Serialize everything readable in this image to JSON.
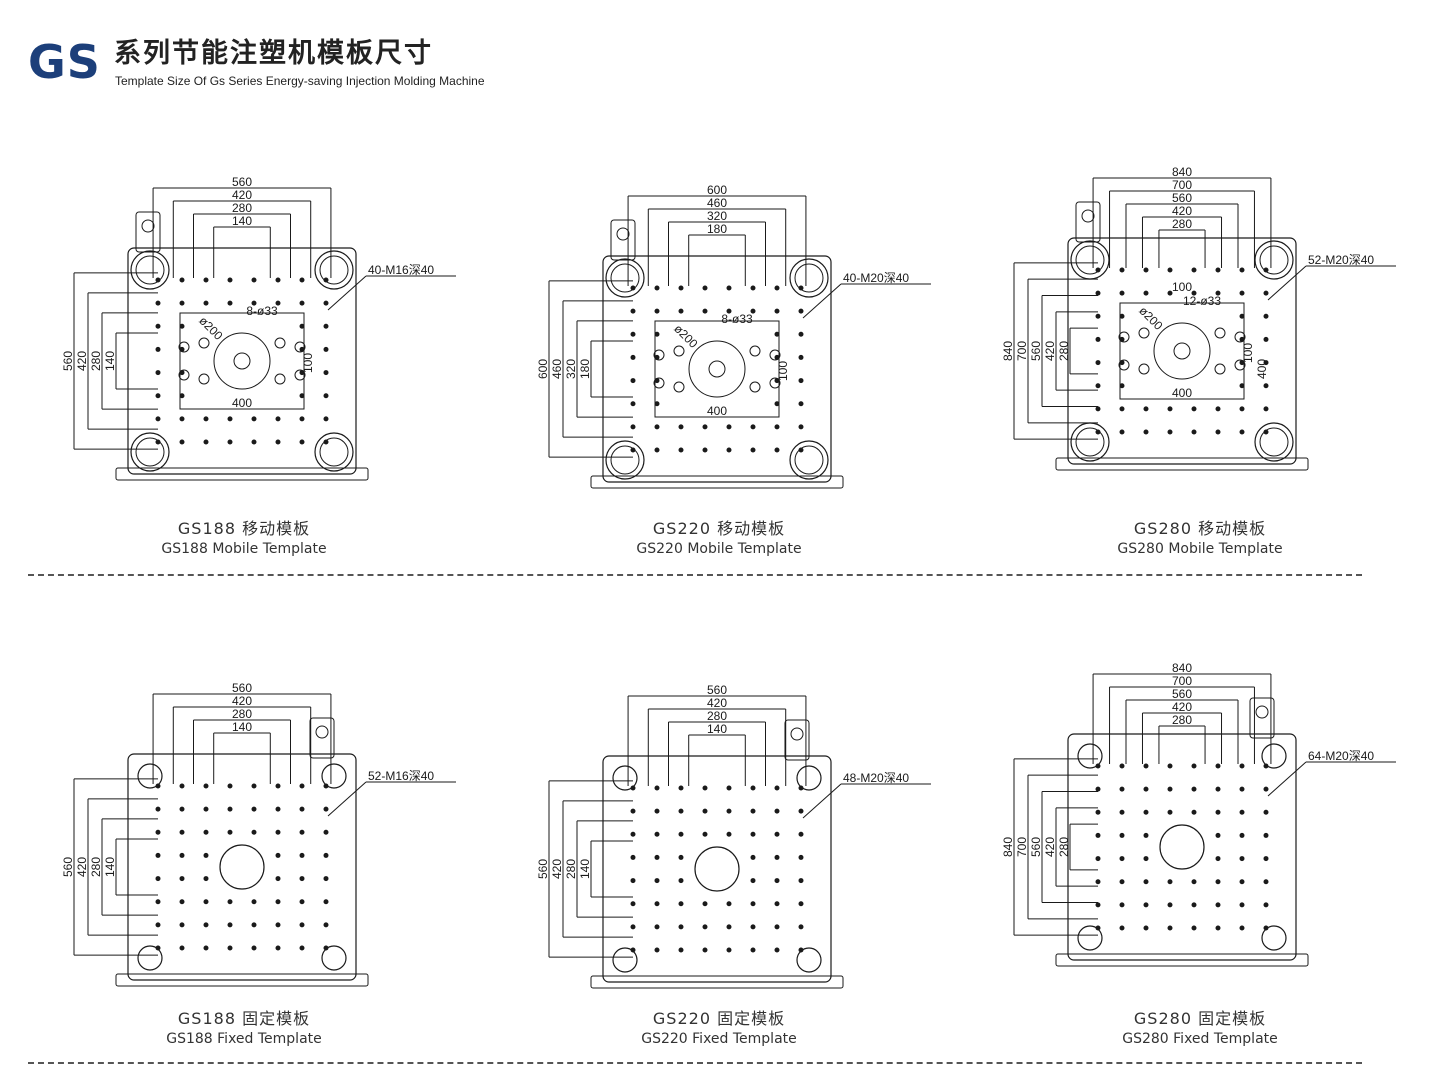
{
  "header": {
    "logo": "GS",
    "title_cn": "系列节能注塑机模板尺寸",
    "title_en": "Template Size Of Gs Series Energy-saving Injection Molding Machine"
  },
  "colors": {
    "logo": "#1c3f7a",
    "line": "#1a1a1a",
    "divider": "#555555"
  },
  "plates": [
    {
      "id": "gs188-mobile",
      "caption_cn": "GS188 移动模板",
      "caption_en": "GS188 Mobile Template",
      "top_dims": [
        "560",
        "420",
        "280",
        "140"
      ],
      "side_dims": [
        "560",
        "420",
        "280",
        "140"
      ],
      "bolt_label": "40-M16深40",
      "inner_labels": [
        "8-ø33",
        "ø200",
        "100",
        "400"
      ]
    },
    {
      "id": "gs220-mobile",
      "caption_cn": "GS220 移动模板",
      "caption_en": "GS220 Mobile Template",
      "top_dims": [
        "600",
        "460",
        "320",
        "180"
      ],
      "side_dims": [
        "600",
        "460",
        "320",
        "180"
      ],
      "bolt_label": "40-M20深40",
      "inner_labels": [
        "8-ø33",
        "ø200",
        "100",
        "400"
      ]
    },
    {
      "id": "gs280-mobile",
      "caption_cn": "GS280 移动模板",
      "caption_en": "GS280 Mobile Template",
      "top_dims": [
        "840",
        "700",
        "560",
        "420",
        "280"
      ],
      "side_dims": [
        "840",
        "700",
        "560",
        "420",
        "280"
      ],
      "bolt_label": "52-M20深40",
      "inner_labels": [
        "12-ø33",
        "ø200",
        "100",
        "400",
        "400",
        "100"
      ]
    },
    {
      "id": "gs188-fixed",
      "caption_cn": "GS188 固定模板",
      "caption_en": "GS188 Fixed Template",
      "top_dims": [
        "560",
        "420",
        "280",
        "140"
      ],
      "side_dims": [
        "560",
        "420",
        "280",
        "140"
      ],
      "bolt_label": "52-M16深40",
      "inner_labels": []
    },
    {
      "id": "gs220-fixed",
      "caption_cn": "GS220 固定模板",
      "caption_en": "GS220 Fixed Template",
      "top_dims": [
        "560",
        "420",
        "280",
        "140"
      ],
      "side_dims": [
        "560",
        "420",
        "280",
        "140"
      ],
      "bolt_label": "48-M20深40",
      "inner_labels": []
    },
    {
      "id": "gs280-fixed",
      "caption_cn": "GS280 固定模板",
      "caption_en": "GS280 Fixed Template",
      "top_dims": [
        "840",
        "700",
        "560",
        "420",
        "280"
      ],
      "side_dims": [
        "840",
        "700",
        "560",
        "420",
        "280"
      ],
      "bolt_label": "64-M20深40",
      "inner_labels": []
    }
  ]
}
